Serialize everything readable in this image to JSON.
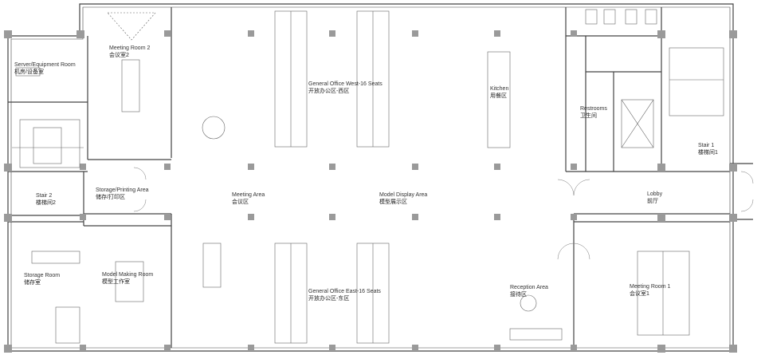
{
  "rooms": {
    "server": {
      "en": "Server/Equipment Room",
      "cn": "机房/设备室"
    },
    "meeting2": {
      "en": "Meeting Room 2",
      "cn": "会议室2"
    },
    "stair2": {
      "en": "Stair 2",
      "cn": "楼梯间2"
    },
    "storage_printing": {
      "en": "Storage/Printing Area",
      "cn": "储存/打印区"
    },
    "storage": {
      "en": "Storage Room",
      "cn": "储存室"
    },
    "model_making": {
      "en": "Model Making Room",
      "cn": "模型工作室"
    },
    "office_west": {
      "en": "General Office West-16 Seats",
      "cn": "开放办公区-西区"
    },
    "office_east": {
      "en": "General Office East-16 Seats",
      "cn": "开放办公区-东区"
    },
    "meeting_area": {
      "en": "Meeting Area",
      "cn": "会议区"
    },
    "model_display": {
      "en": "Model Display Area",
      "cn": "模型展示区"
    },
    "kitchen": {
      "en": "Kitchen",
      "cn": "用餐区"
    },
    "restrooms": {
      "en": "Restrooms",
      "cn": "卫生间"
    },
    "stair1": {
      "en": "Stair 1",
      "cn": "楼梯间1"
    },
    "lobby": {
      "en": "Lobby",
      "cn": "前厅"
    },
    "reception": {
      "en": "Reception Area",
      "cn": "接待区"
    },
    "meeting1": {
      "en": "Meeting Room 1",
      "cn": "会议室1"
    }
  },
  "colors": {
    "wall": "#444444",
    "column": "#9a9a9a",
    "furniture": "#555555",
    "line": "#777777"
  }
}
